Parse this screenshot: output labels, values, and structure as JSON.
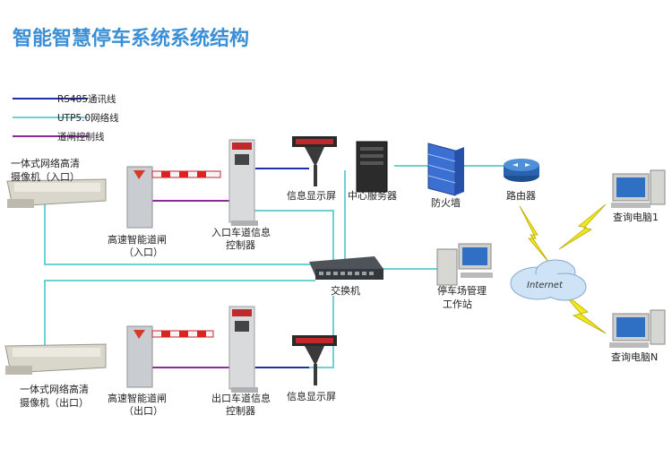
{
  "title": "智能智慧停车系统系统结构",
  "legend": [
    {
      "label": "RS485通讯线",
      "color": "#1f2fa8"
    },
    {
      "label": "UTP5.0网络线",
      "color": "#6fd2d2"
    },
    {
      "label": "道闸控制线",
      "color": "#8a2c9a"
    }
  ],
  "labels": {
    "camera_in": [
      "一体式网络高清",
      "摄像机（入口）"
    ],
    "camera_out": [
      "一体式网络高清",
      "摄像机（出口）"
    ],
    "gate_in": [
      "高速智能道闸",
      "（入口）"
    ],
    "gate_out": [
      "高速智能道闸",
      "（出口）"
    ],
    "ctrl_in": [
      "入口车道信息",
      "控制器"
    ],
    "ctrl_out": [
      "出口车道信息",
      "控制器"
    ],
    "display_in": "信息显示屏",
    "display_out": "信息显示屏",
    "server": "中心服务器",
    "firewall": "防火墙",
    "router": "路由器",
    "switch": "交换机",
    "workstation": [
      "停车场管理",
      "工作站"
    ],
    "internet": "Internet",
    "pc1": "查询电脑1",
    "pcn": "查询电脑N"
  }
}
